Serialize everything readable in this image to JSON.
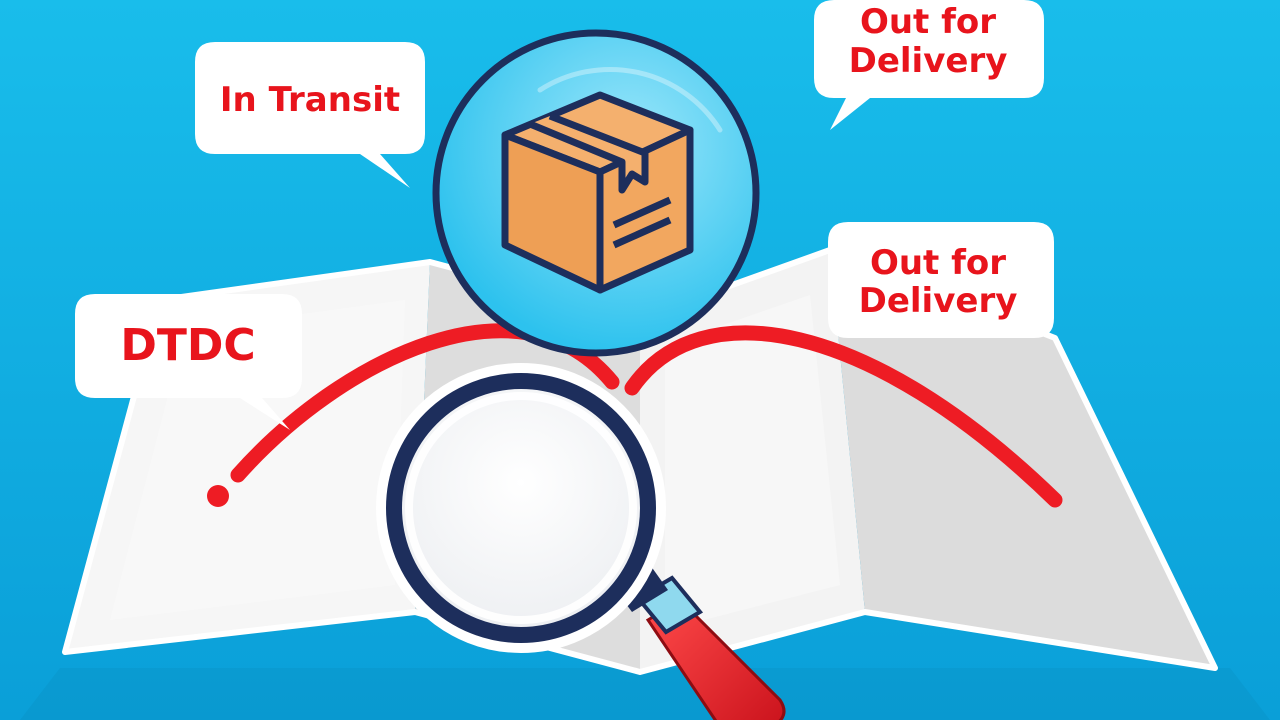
{
  "labels": {
    "in_transit": "In Transit",
    "dtdc": "DTDC",
    "out_for_delivery_top_line1": "Out for",
    "out_for_delivery_top_line2": "Delivery",
    "out_for_delivery_right_line1": "Out for",
    "out_for_delivery_right_line2": "Delivery"
  },
  "icons": {
    "package": "package-box-icon",
    "magnifier": "magnifying-glass-icon",
    "route": "route-line",
    "map": "folded-map"
  },
  "colors": {
    "sky_top": "#13B6E6",
    "sky_bottom": "#0AA3DB",
    "label_red": "#E8141C",
    "route_red": "#EE1C24",
    "navy_outline": "#1D2E5C",
    "box_orange": "#F0A057",
    "map_light": "#F4F4F4",
    "map_shade": "#DCDCDC"
  }
}
